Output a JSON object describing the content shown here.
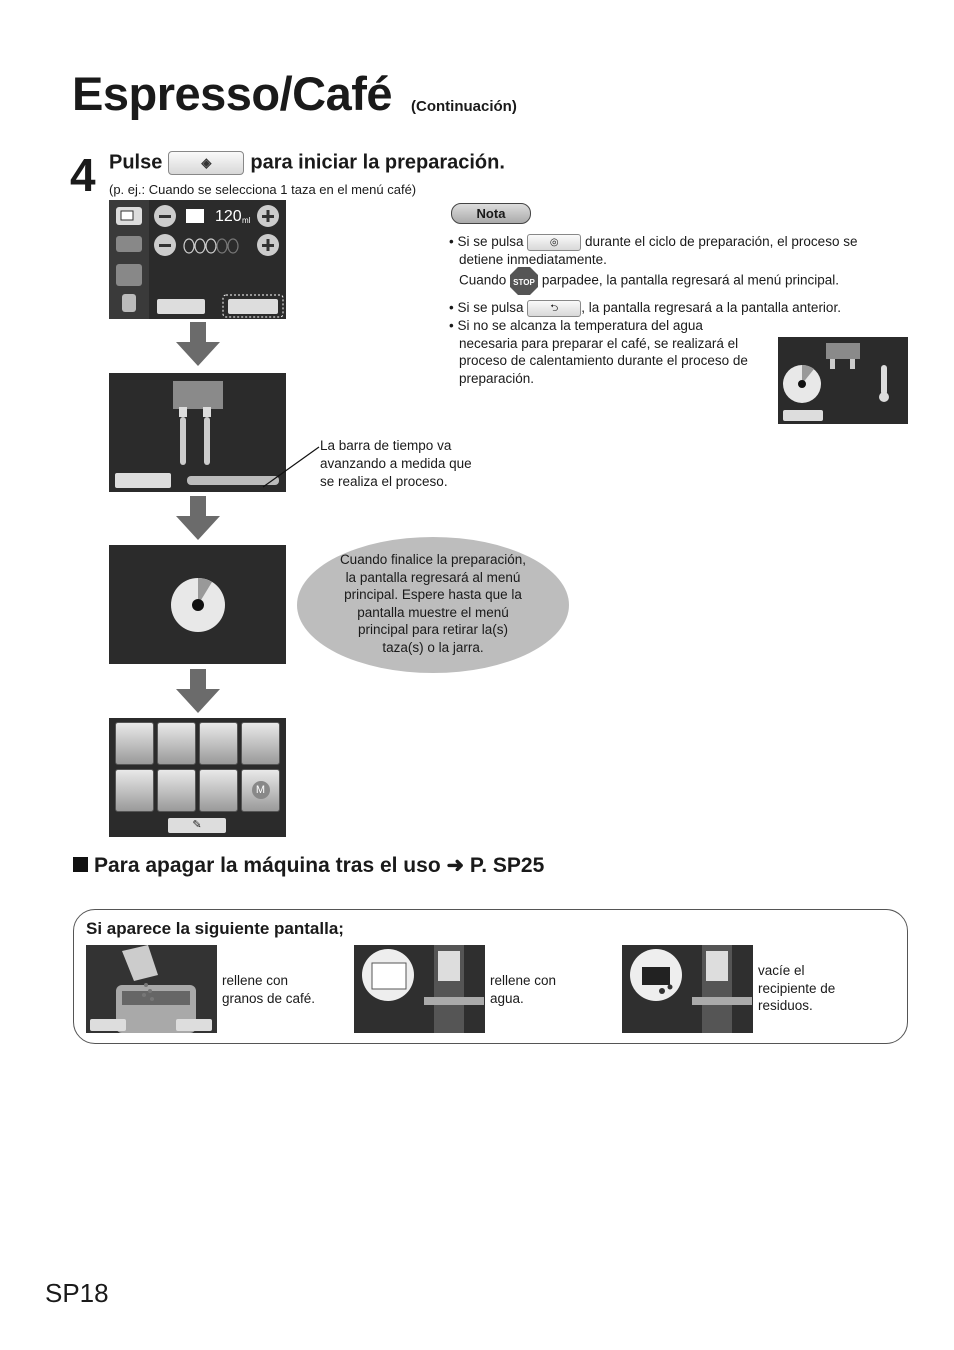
{
  "header": {
    "title": "Espresso/Café",
    "subtitle": "(Continuación)"
  },
  "step": {
    "number": "4",
    "text_before": "Pulse",
    "text_after": "para iniciar la preparación.",
    "example": "(p. ej.: Cuando se selecciona 1 taza en el menú café)"
  },
  "screen1": {
    "volume": "120",
    "unit": "ml"
  },
  "nota": {
    "badge": "Nota",
    "b1_pre": "• Si se pulsa",
    "b1_post": "durante el ciclo de preparación, el proceso se",
    "b1_line2": "detiene inmediatamente.",
    "b1_line3_pre": "Cuando",
    "b1_line3_post": "parpadee, la pantalla regresará al menú principal.",
    "stop_label": "STOP",
    "b2_pre": "• Si se pulsa",
    "b2_post": ", la pantalla regresará a la pantalla anterior.",
    "b3_line1": "• Si no se alcanza la temperatura del agua",
    "b3_line2": "necesaria para preparar el café, se realizará el",
    "b3_line3": "proceso de calentamiento durante el proceso de",
    "b3_line4": "preparación."
  },
  "callout_bar": {
    "line1": "La barra de tiempo va",
    "line2": "avanzando a medida que",
    "line3": "se realiza el proceso."
  },
  "callout_finish": {
    "line1": "Cuando finalice la preparación,",
    "line2": "la pantalla regresará al menú",
    "line3": "principal. Espere hasta que la",
    "line4": "pantalla muestre el menú",
    "line5": "principal para retirar la(s)",
    "line6": "taza(s) o la jarra."
  },
  "menu_screen": {
    "m_label": "M"
  },
  "section_off": {
    "text": "Para apagar la máquina tras el uso ➜ P. SP25"
  },
  "box": {
    "title": "Si aparece la siguiente pantalla;",
    "c1_line1": "rellene con",
    "c1_line2": "granos de café.",
    "c2_line1": "rellene con",
    "c2_line2": "agua.",
    "c3_line1": "vacíe el",
    "c3_line2": "recipiente de",
    "c3_line3": "residuos."
  },
  "footer": {
    "page": "SP18"
  },
  "colors": {
    "screen": "#2b2b2b",
    "ellipse": "#bdbdbd",
    "arrow": "#6b6b6b"
  }
}
